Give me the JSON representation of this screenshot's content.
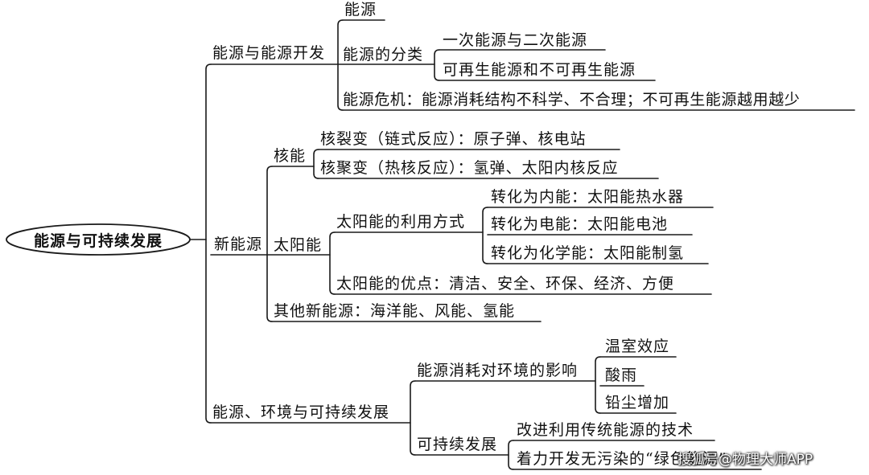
{
  "mindmap": {
    "root": "能源与可持续发展",
    "branch_energy": {
      "label": "能源与能源开发",
      "energy": "能源",
      "classification": {
        "label": "能源的分类",
        "primary_secondary": "一次能源与二次能源",
        "renewable": "可再生能源和不可再生能源"
      },
      "crisis": "能源危机：能源消耗结构不科学、不合理；不可再生能源越用越少"
    },
    "branch_new": {
      "label": "新能源",
      "nuclear": {
        "label": "核能",
        "fission": "核裂变（链式反应）：原子弹、核电站",
        "fusion": "核聚变（热核反应）：氢弹、太阳内核反应"
      },
      "solar": {
        "label": "太阳能",
        "usage": {
          "label": "太阳能的利用方式",
          "internal": "转化为内能：太阳能热水器",
          "electric": "转化为电能：太阳能电池",
          "chemical": "转化为化学能：太阳能制氢"
        },
        "advantages": "太阳能的优点：清洁、安全、环保、经济、方便"
      },
      "other": "其他新能源：海洋能、风能、氢能"
    },
    "branch_env": {
      "label": "能源、环境与可持续发展",
      "impact": {
        "label": "能源消耗对环境的影响",
        "greenhouse": "温室效应",
        "acid_rain": "酸雨",
        "dust": "铅尘增加"
      },
      "sustainable": {
        "label": "可持续发展",
        "improve": "改进利用传统能源的技术",
        "develop": "着力开发无污染的“绿色能源”"
      }
    }
  },
  "watermark": "搜狐号@物理大师APP"
}
